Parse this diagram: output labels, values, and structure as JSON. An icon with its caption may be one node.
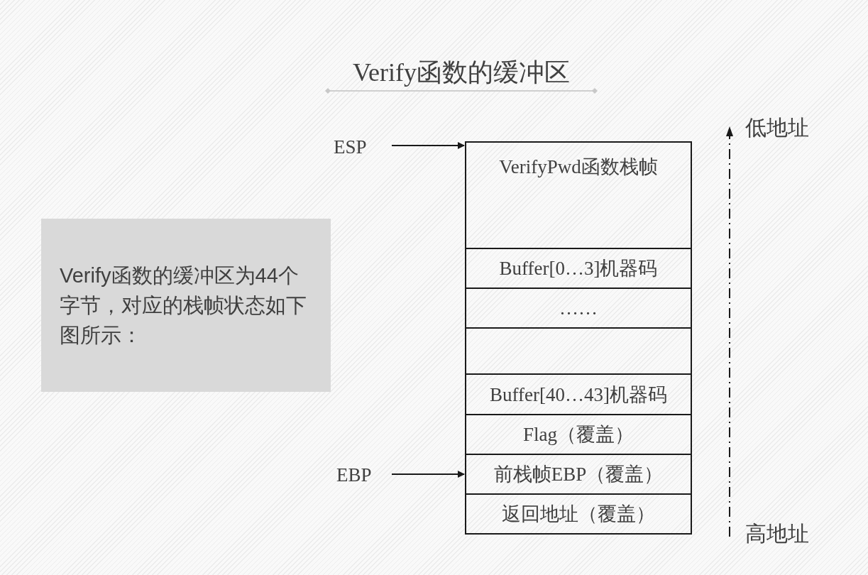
{
  "diagram": {
    "title": "Verify函数的缓冲区",
    "nodes": [
      {
        "text": [
          "ESP"
        ]
      },
      {
        "text": [
          "VerifyPwd函数栈帧"
        ]
      },
      {
        "text": [
          "Verify函数的缓冲区为44个字节，对应的栈帧状态如下图所示："
        ]
      },
      {
        "text": [
          "Buffer[0…3]机器码"
        ]
      },
      {
        "text": [
          "……"
        ]
      },
      {
        "text": [],
        "shape": "box"
      },
      {
        "text": [
          "Buffer[40…43]机器码"
        ]
      },
      {
        "text": [
          "Flag（覆盖）"
        ]
      },
      {
        "text": [
          "EBP"
        ]
      },
      {
        "text": [
          "前栈帧EBP（覆盖）"
        ]
      },
      {
        "text": [
          "返回地址（覆盖）"
        ]
      }
    ],
    "edges": [
      {
        "from": 0,
        "to": 1,
        "arrow": "to"
      },
      {
        "from": 8,
        "to": 9,
        "arrow": "to"
      }
    ],
    "labels": [
      "低地址",
      "高地址"
    ]
  }
}
